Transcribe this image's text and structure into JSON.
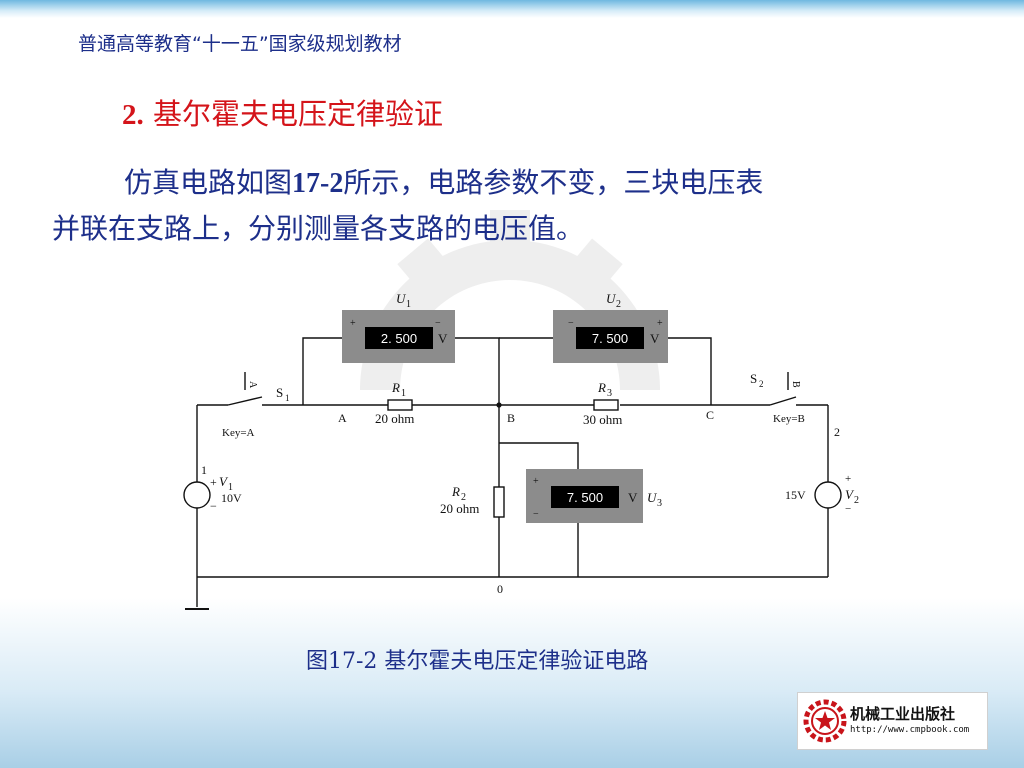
{
  "header": {
    "text": "普通高等教育“十一五”国家级规划教材"
  },
  "section": {
    "number": "2.",
    "title": "基尔霍夫电压定律验证"
  },
  "paragraph": {
    "line1_a": "仿真电路如图",
    "line1_fig": "17-2",
    "line1_b": "所示，电路参数不变，三块电压表",
    "line2": "并联在支路上，分别测量各支路的电压值。"
  },
  "circuit": {
    "meters": [
      {
        "label": "U",
        "sub": "1",
        "reading": "2. 500",
        "unit": "V",
        "plus": "+",
        "minus": "−"
      },
      {
        "label": "U",
        "sub": "2",
        "reading": "7. 500",
        "unit": "V",
        "plus": "+",
        "minus": "−"
      },
      {
        "label": "U",
        "sub": "3",
        "reading": "7. 500",
        "unit": "V",
        "plus": "+",
        "minus": "−"
      }
    ],
    "resistors": [
      {
        "label": "R",
        "sub": "1",
        "value": "20  ohm"
      },
      {
        "label": "R",
        "sub": "2",
        "value": "20  ohm"
      },
      {
        "label": "R",
        "sub": "3",
        "value": "30  ohm"
      }
    ],
    "sources": [
      {
        "label": "V",
        "sub": "1",
        "value": "10V",
        "node": "1",
        "plus": "+",
        "minus": "−"
      },
      {
        "label": "V",
        "sub": "2",
        "value": "15V",
        "node": "2",
        "plus": "+",
        "minus": "−"
      }
    ],
    "switches": [
      {
        "label": "S",
        "sub": "1",
        "key": "Key=A",
        "letter": "A"
      },
      {
        "label": "S",
        "sub": "2",
        "key": "Key=B",
        "letter": "B"
      }
    ],
    "nodes": {
      "a": "A",
      "b": "B",
      "c": "C",
      "ground": "0"
    }
  },
  "caption": {
    "text": "图17-2   基尔霍夫电压定律验证电路"
  },
  "logo": {
    "name": "机械工业出版社",
    "url": "http://www.cmpbook.com"
  },
  "colors": {
    "title_red": "#d4141a",
    "text_blue": "#1d2f8a",
    "meter_gray": "#8c8c8c"
  }
}
